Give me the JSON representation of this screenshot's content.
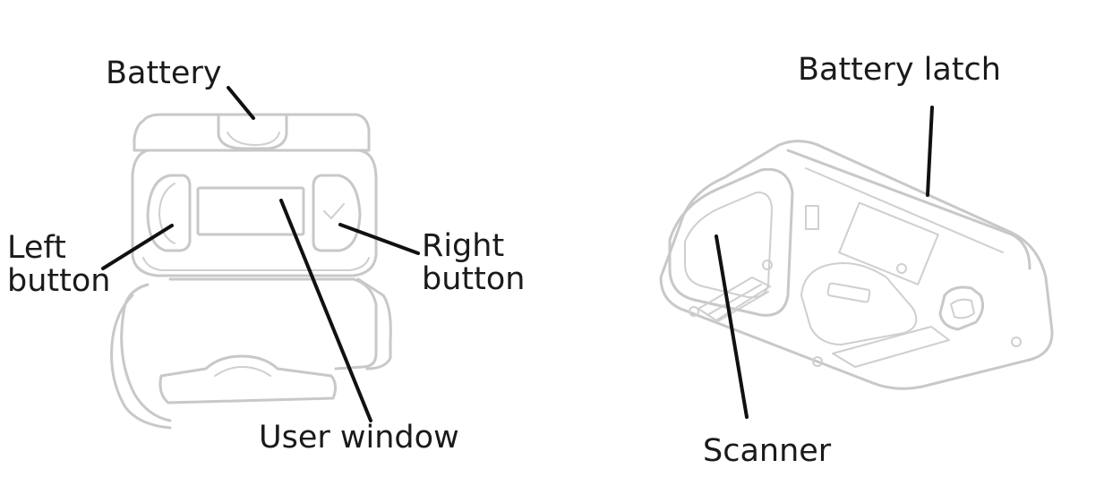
{
  "labels": {
    "battery": "Battery",
    "left_button_line1": "Left",
    "left_button_line2": "button",
    "right_button_line1": "Right",
    "right_button_line2": "button",
    "user_window": "User window",
    "battery_latch": "Battery latch",
    "scanner": "Scanner"
  },
  "colors": {
    "outline": "#c8c8c8",
    "leader": "#111111",
    "text": "#1a1a1a"
  }
}
